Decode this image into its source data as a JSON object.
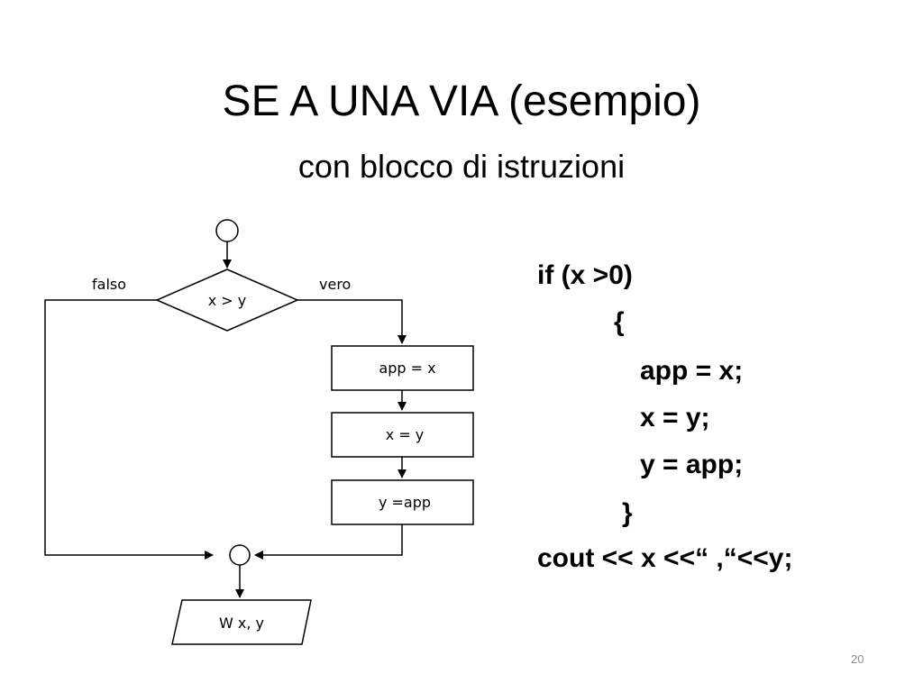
{
  "slide": {
    "title": "SE A UNA VIA (esempio)",
    "subtitle": "con blocco di istruzioni",
    "page_number": "20"
  },
  "flowchart": {
    "condition": "x > y",
    "false_label": "falso",
    "true_label": "vero",
    "steps": [
      "app = x",
      "x = y",
      "y =app"
    ],
    "output": "W x, y"
  },
  "code": {
    "lines": [
      "if (x >0)",
      "{",
      "app = x;",
      "x = y;",
      "y = app;",
      "}",
      "cout << x <<“ ,“<<y;"
    ]
  }
}
